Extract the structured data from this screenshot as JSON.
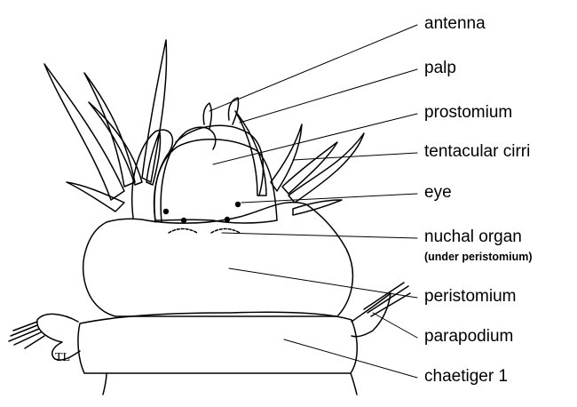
{
  "colors": {
    "line": "#000000",
    "background": "#ffffff"
  },
  "labels": {
    "antenna": "antenna",
    "palp": "palp",
    "prostomium": "prostomium",
    "tentacular_cirri": "tentacular cirri",
    "eye": "eye",
    "nuchal_organ": "nuchal organ",
    "nuchal_organ_note": "(under peristomium)",
    "peristomium": "peristomium",
    "parapodium": "parapodium",
    "chaetiger_1": "chaetiger 1"
  },
  "signature": "TL"
}
